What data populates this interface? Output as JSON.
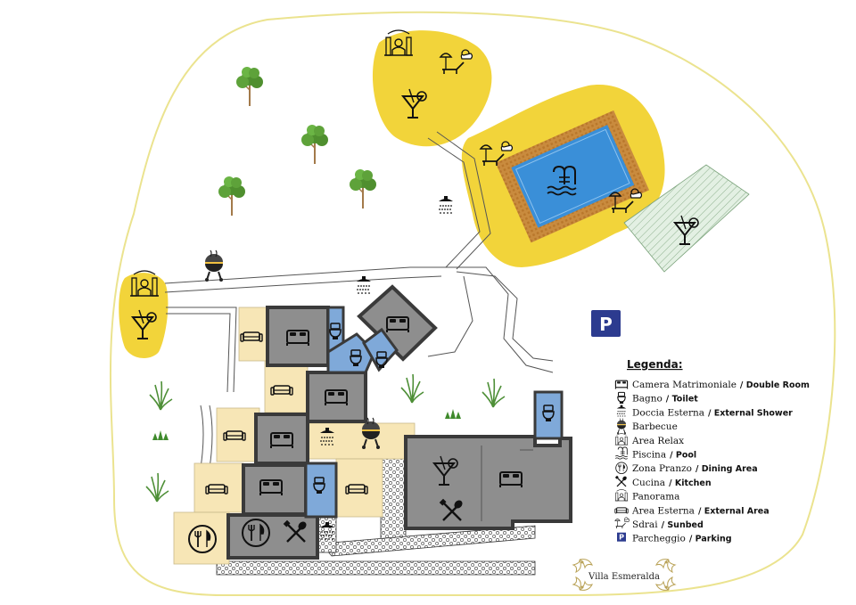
{
  "legend": {
    "title": "Legenda:",
    "items": [
      {
        "it": "Camera Matrimoniale",
        "en": "/ Double Room",
        "icon": "bed-icon"
      },
      {
        "it": "Bagno",
        "en": "/ Toilet",
        "icon": "toilet-icon"
      },
      {
        "it": "Doccia Esterna",
        "en": "/ External Shower",
        "icon": "shower-icon"
      },
      {
        "it": "Barbecue",
        "en": "",
        "icon": "barbecue-icon"
      },
      {
        "it": "Area Relax",
        "en": "",
        "icon": "relax-icon"
      },
      {
        "it": "Piscina",
        "en": "/ Pool",
        "icon": "pool-icon"
      },
      {
        "it": "Zona Pranzo",
        "en": "/ Dining Area",
        "icon": "dining-icon"
      },
      {
        "it": "Cucina",
        "en": "/ Kitchen",
        "icon": "kitchen-icon"
      },
      {
        "it": "Panorama",
        "en": "",
        "icon": "panorama-icon"
      },
      {
        "it": "Area Esterna",
        "en": "/ External Area",
        "icon": "sofa-icon"
      },
      {
        "it": "Sdrai",
        "en": "/ Sunbed",
        "icon": "sunbed-icon"
      },
      {
        "it": "Parcheggio",
        "en": "/ Parking",
        "icon": "parking-icon"
      }
    ]
  },
  "parking": {
    "label": "P"
  },
  "branding": {
    "name": "Villa Esmeralda"
  },
  "colors": {
    "terrain_outline": "#ede48a",
    "yellow_area": "#f2d43a",
    "pool_water": "#3a8fd8",
    "pool_deck": "#c48a3a",
    "green_area": "#dfeee0",
    "room_gray": "#8e8e8e",
    "room_wall": "#3a3a3a",
    "bathroom_blue": "#7fa9d9",
    "external_area": "#f7e6b6",
    "parking_blue": "#2c3b8f"
  }
}
